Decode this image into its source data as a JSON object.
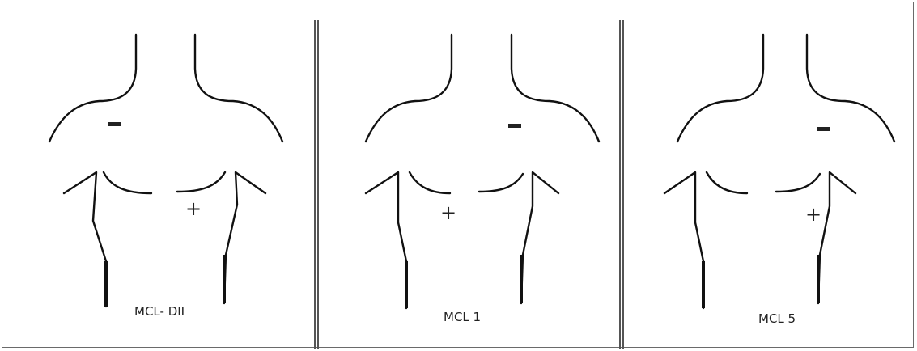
{
  "panels": [
    {
      "label": "MCL- DII",
      "negative_symbol": "−",
      "positive_symbol": "+"
    },
    {
      "label": "MCL 1",
      "negative_symbol": "−",
      "positive_symbol": "+"
    },
    {
      "label": "MCL 5",
      "negative_symbol": "−",
      "positive_symbol": "+"
    }
  ]
}
